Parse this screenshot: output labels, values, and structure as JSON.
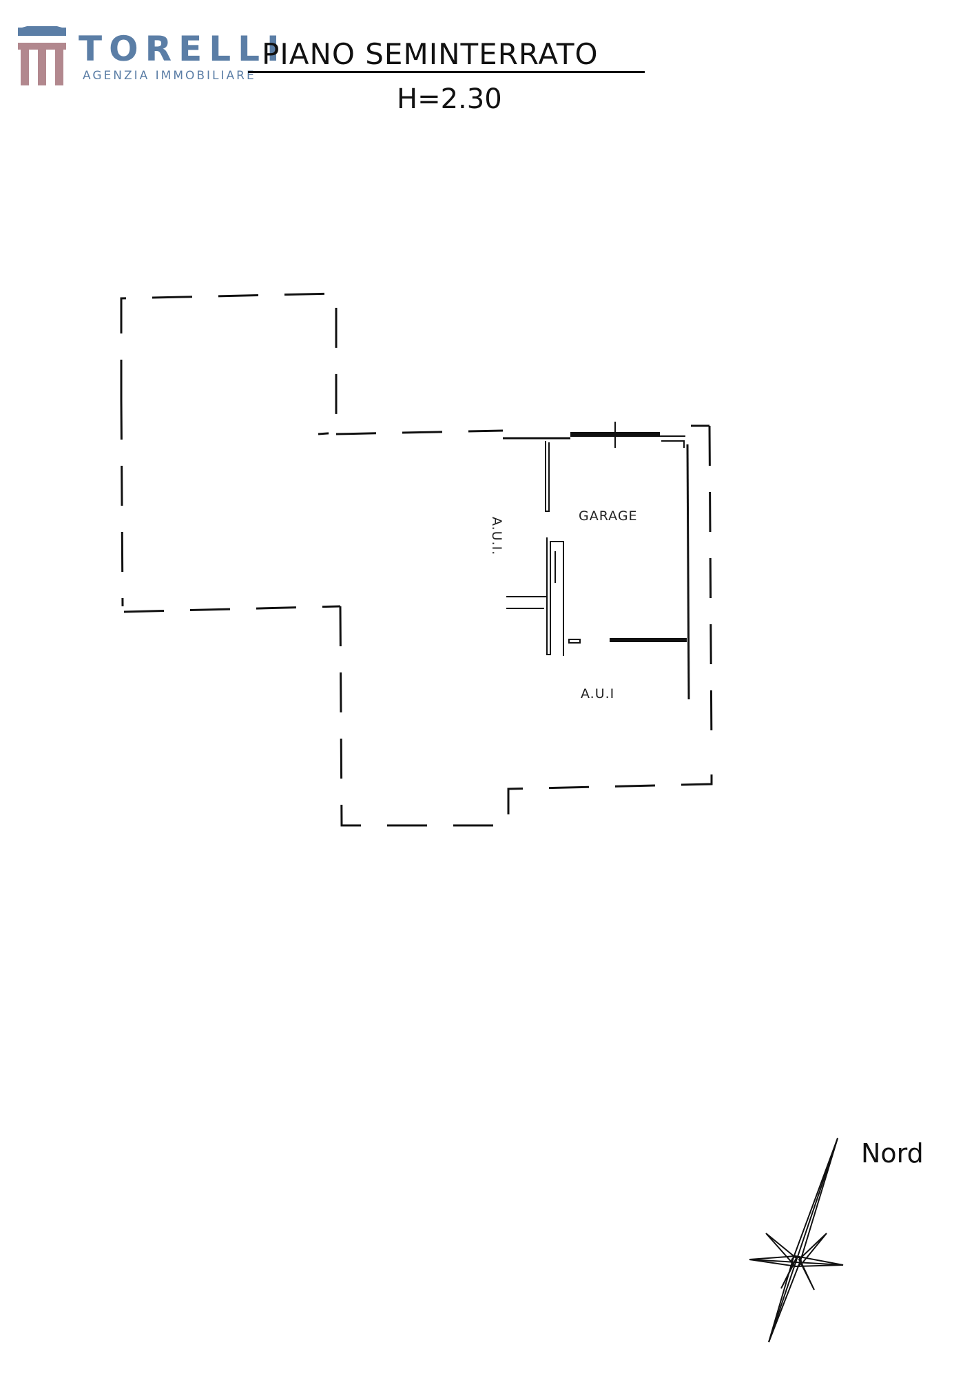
{
  "logo": {
    "name": "TORELLI",
    "subtitle": "AGENZIA IMMOBILIARE",
    "colors": {
      "top_bar": "#5b7ea6",
      "mark": "#b2888e",
      "text": "#5b7ea6"
    }
  },
  "plan": {
    "title": "PIANO SEMINTERRATO",
    "height": "H=2.30",
    "rooms": {
      "garage": "GARAGE",
      "aui_side": "A.U.I.",
      "aui_bottom": "A.U.I"
    }
  },
  "compass": {
    "label": "Nord",
    "icon": "compass-rose-icon"
  }
}
